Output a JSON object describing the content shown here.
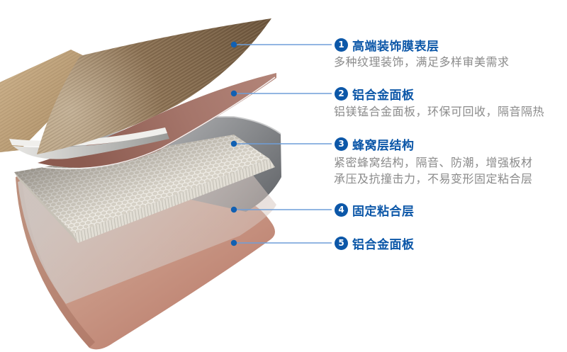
{
  "colors": {
    "accent": "#0c57a8",
    "leader_line": "#6f9ed8",
    "leader_dot": "#1160b2",
    "body_text": "#8b8b8b",
    "background": "#ffffff"
  },
  "layers": [
    {
      "num": "1",
      "title": "高端装饰膜表层",
      "desc_lines": [
        "多种纹理装饰，满足多样审美需求"
      ]
    },
    {
      "num": "2",
      "title": "铝合金面板",
      "desc_lines": [
        "铝镁锰合金面板，环保可回收，隔音隔热"
      ]
    },
    {
      "num": "3",
      "title": "蜂窝层结构",
      "desc_lines": [
        "紧密蜂窝结构，隔音、防潮，增强板材",
        "承压及抗撞击力，不易变形固定粘合层"
      ]
    },
    {
      "num": "4",
      "title": "固定粘合层",
      "desc_lines": []
    },
    {
      "num": "5",
      "title": "铝合金面板",
      "desc_lines": []
    }
  ]
}
